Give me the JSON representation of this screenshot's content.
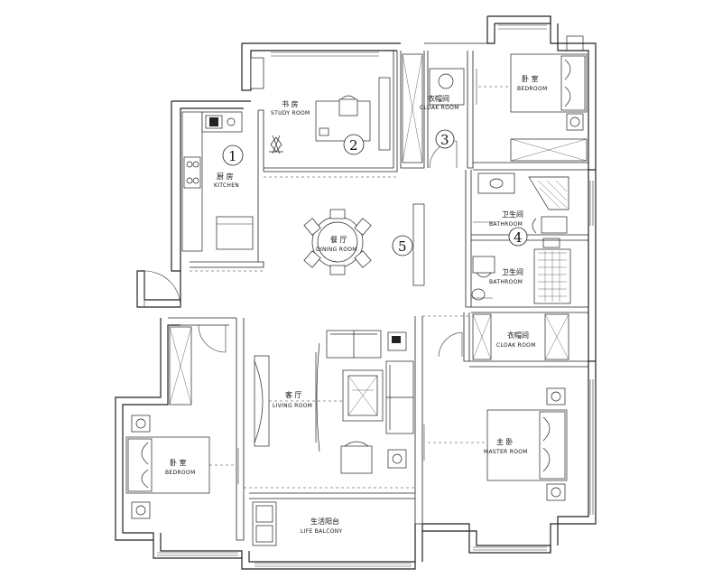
{
  "rooms": {
    "kitchen": {
      "cn": "厨 房",
      "en": "KITCHEN",
      "num": "1"
    },
    "study": {
      "cn": "书 房",
      "en": "STUDY ROOM",
      "num": "2"
    },
    "cloak_top": {
      "cn": "衣帽间",
      "en": "CLOAK ROOM",
      "num": "3"
    },
    "bedroom_top": {
      "cn": "卧 室",
      "en": "BEDROOM"
    },
    "dining": {
      "cn": "餐 厅",
      "en": "DINING ROOM",
      "num": "5"
    },
    "bath_top": {
      "cn": "卫生间",
      "en": "BATHROOM",
      "num": "4"
    },
    "bath_bottom": {
      "cn": "卫生间",
      "en": "BATHROOM"
    },
    "cloak_bottom": {
      "cn": "衣帽间",
      "en": "CLOAK ROOM"
    },
    "living": {
      "cn": "客 厅",
      "en": "LIVING ROOM"
    },
    "master": {
      "cn": "主 卧",
      "en": "MASTER ROOM"
    },
    "bedroom_left": {
      "cn": "卧 室",
      "en": "BEDROOM"
    },
    "balcony": {
      "cn": "生活阳台",
      "en": "LIFE BALCONY"
    }
  }
}
